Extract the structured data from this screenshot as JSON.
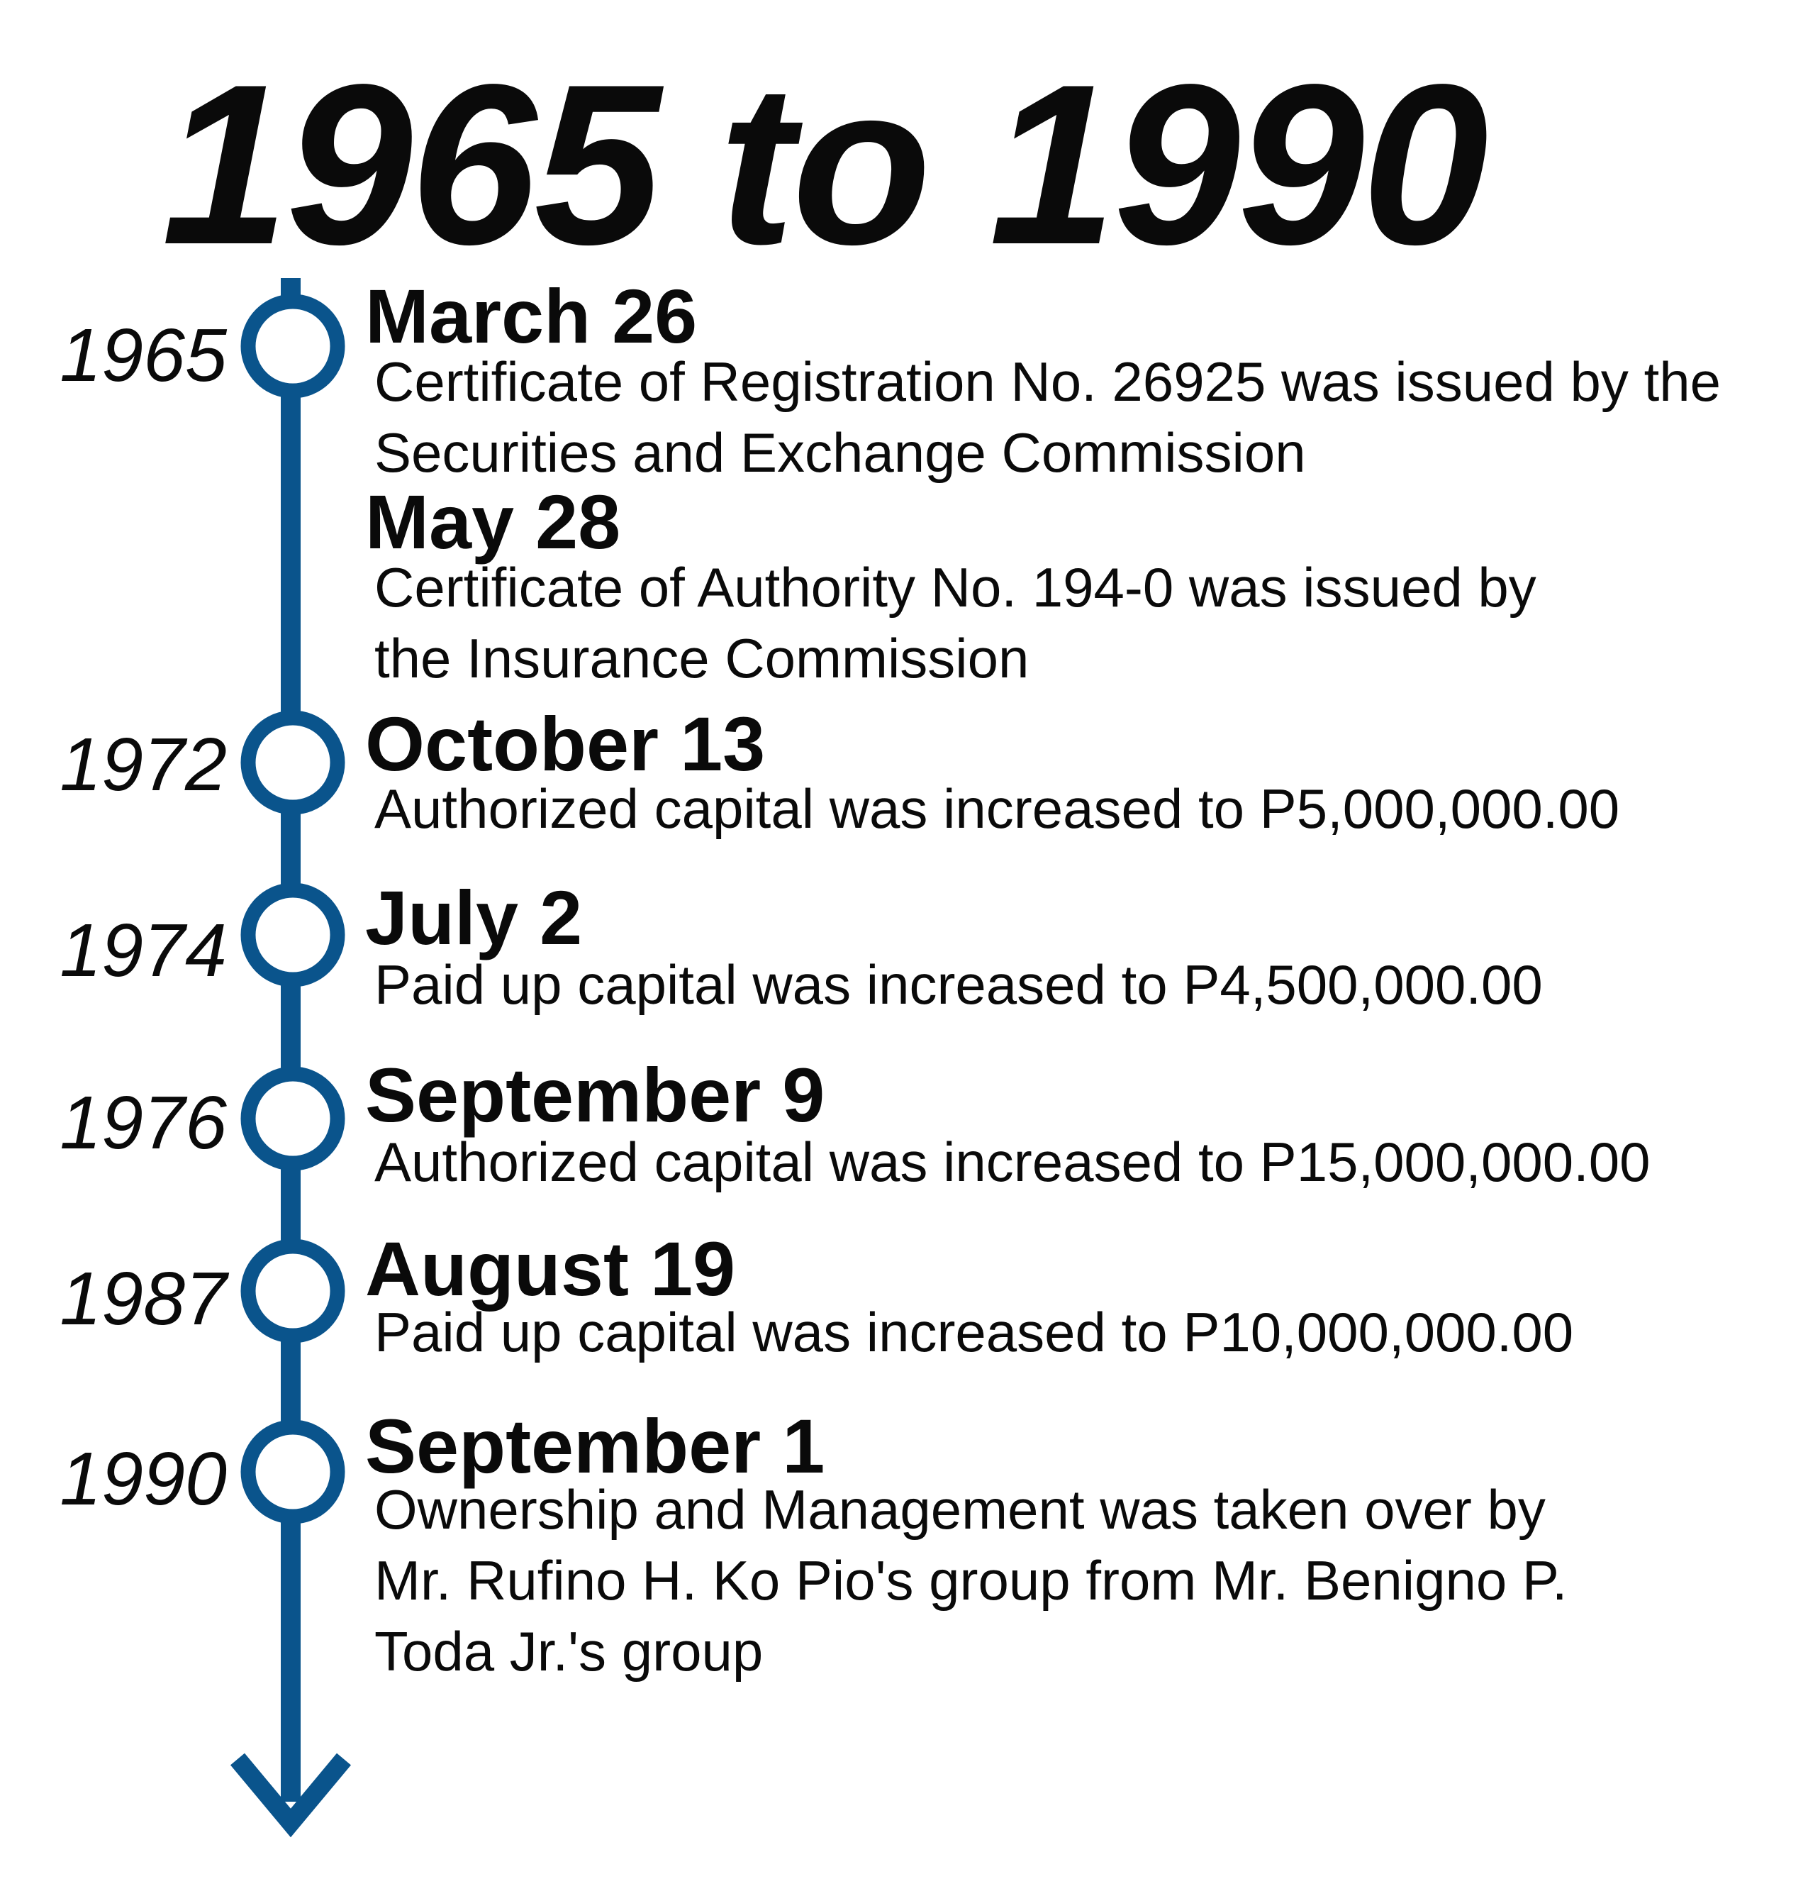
{
  "title": "1965 to 1990",
  "line_color": "#0a548c",
  "events": [
    {
      "year": "1965",
      "date": "March 26",
      "description": "Certificate of Registration No. 26925 was issued by the\nSecurities and Exchange Commission"
    },
    {
      "year": "",
      "date": "May 28",
      "description": "Certificate of Authority No. 194-0 was issued by\nthe Insurance Commission"
    },
    {
      "year": "1972",
      "date": "October 13",
      "description": "Authorized capital was increased to P5,000,000.00"
    },
    {
      "year": "1974",
      "date": "July 2",
      "description": "Paid up capital was increased to P4,500,000.00"
    },
    {
      "year": "1976",
      "date": "September 9",
      "description": "Authorized capital was increased to P15,000,000.00"
    },
    {
      "year": "1987",
      "date": "August 19",
      "description": "Paid up capital was increased to P10,000,000.00"
    },
    {
      "year": "1990",
      "date": "September 1",
      "description": "Ownership and Management was taken over by\nMr. Rufino H. Ko Pio's group from Mr. Benigno P.\nToda Jr.'s group"
    }
  ]
}
